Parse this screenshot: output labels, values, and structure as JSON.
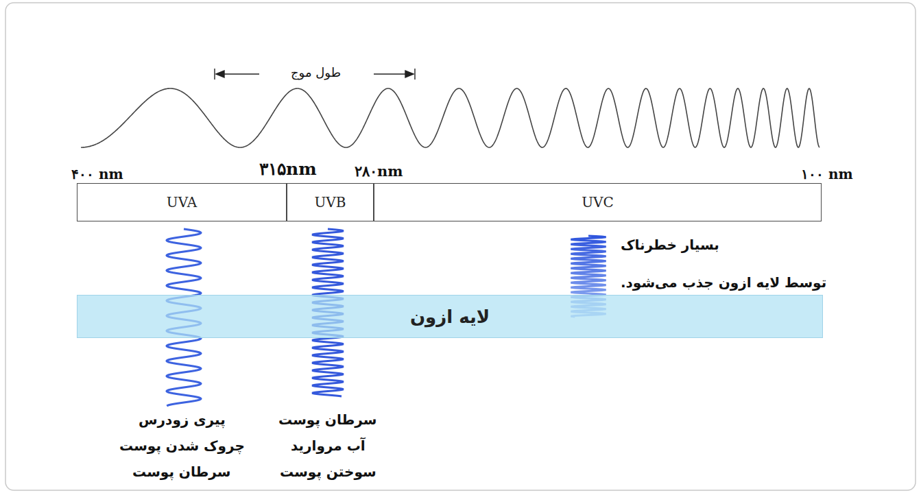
{
  "diagram": {
    "nodes": [
      {
        "text": [
          "UVA"
        ]
      },
      {
        "text": [
          "UVB"
        ]
      },
      {
        "text": [
          "UVC"
        ]
      },
      {
        "text": [
          "لایه ازون"
        ]
      }
    ],
    "labels": [
      "طول موج",
      "۴۰۰ nm",
      "۳۱۵nm",
      "۲۸۰nm",
      "۱۰۰ nm",
      "بسیار خطرناک",
      "توسط لایه ازون جذب می‌شود.",
      "پیری زودرس",
      "چروک شدن پوست",
      "سرطان پوست",
      "سرطان پوست",
      "آب مروارید",
      "سوختن پوست"
    ]
  }
}
